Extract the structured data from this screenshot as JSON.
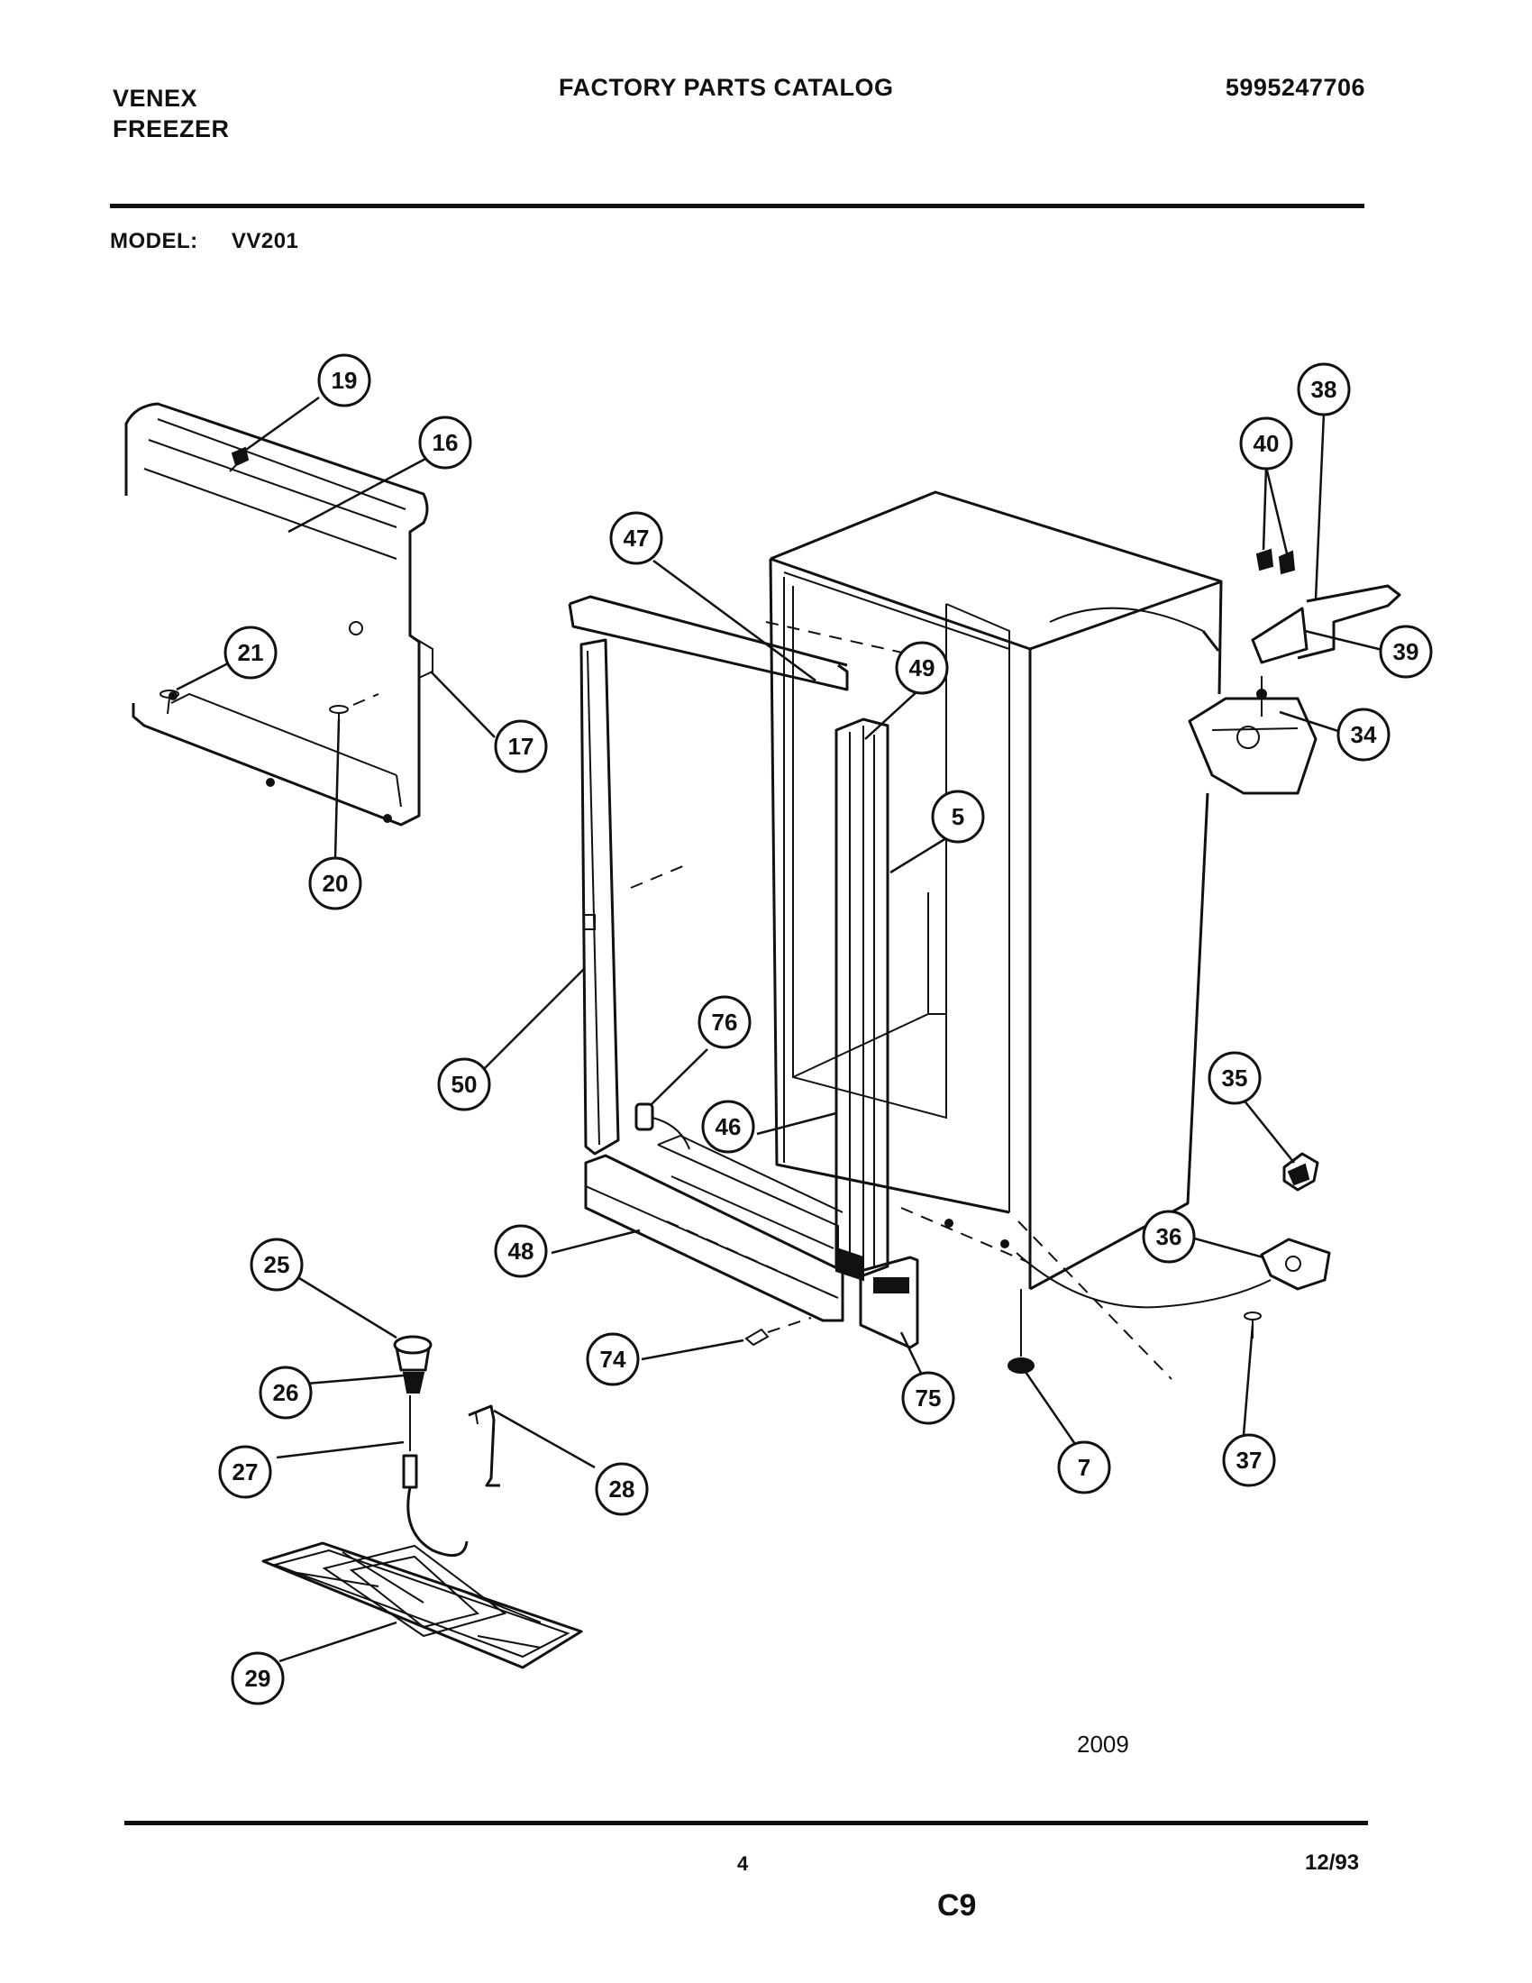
{
  "header": {
    "brand_line1": "VENEX",
    "brand_line2": "FREEZER",
    "catalog_title": "FACTORY PARTS CATALOG",
    "document_number": "5995247706"
  },
  "model": {
    "label": "MODEL:",
    "value": "VV201"
  },
  "diagram": {
    "figure_number": "2009",
    "callouts": [
      {
        "id": "19",
        "label": "19"
      },
      {
        "id": "16",
        "label": "16"
      },
      {
        "id": "21",
        "label": "21"
      },
      {
        "id": "17",
        "label": "17"
      },
      {
        "id": "20",
        "label": "20"
      },
      {
        "id": "47",
        "label": "47"
      },
      {
        "id": "49",
        "label": "49"
      },
      {
        "id": "5",
        "label": "5"
      },
      {
        "id": "50",
        "label": "50"
      },
      {
        "id": "76",
        "label": "76"
      },
      {
        "id": "46",
        "label": "46"
      },
      {
        "id": "48",
        "label": "48"
      },
      {
        "id": "74",
        "label": "74"
      },
      {
        "id": "75",
        "label": "75"
      },
      {
        "id": "7",
        "label": "7"
      },
      {
        "id": "38",
        "label": "38"
      },
      {
        "id": "40",
        "label": "40"
      },
      {
        "id": "39",
        "label": "39"
      },
      {
        "id": "34",
        "label": "34"
      },
      {
        "id": "35",
        "label": "35"
      },
      {
        "id": "36",
        "label": "36"
      },
      {
        "id": "37",
        "label": "37"
      },
      {
        "id": "25",
        "label": "25"
      },
      {
        "id": "26",
        "label": "26"
      },
      {
        "id": "27",
        "label": "27"
      },
      {
        "id": "28",
        "label": "28"
      },
      {
        "id": "29",
        "label": "29"
      }
    ]
  },
  "footer": {
    "page_number": "4",
    "date": "12/93",
    "section_code": "C9"
  }
}
